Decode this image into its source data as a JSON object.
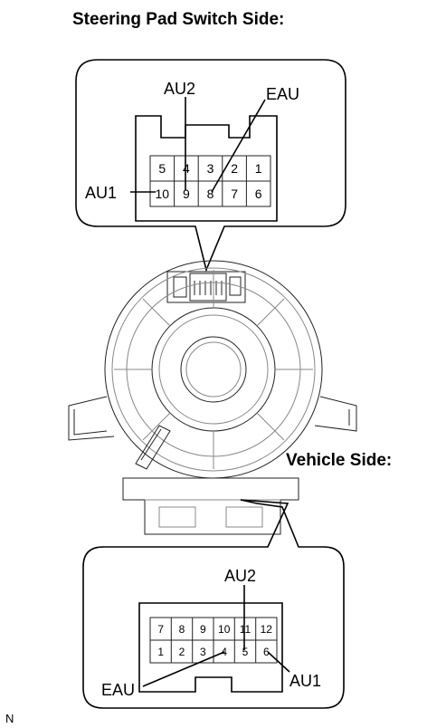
{
  "headings": {
    "steering_side": "Steering Pad Switch Side:",
    "vehicle_side": "Vehicle Side:"
  },
  "top_connector": {
    "row1": [
      "5",
      "4",
      "3",
      "2",
      "1"
    ],
    "row2": [
      "10",
      "9",
      "8",
      "7",
      "6"
    ],
    "labels": {
      "au2": "AU2",
      "eau": "EAU",
      "au1": "AU1"
    }
  },
  "bottom_connector": {
    "row1": [
      "7",
      "8",
      "9",
      "10",
      "11",
      "12"
    ],
    "row2": [
      "1",
      "2",
      "3",
      "4",
      "5",
      "6"
    ],
    "labels": {
      "au2": "AU2",
      "eau": "EAU",
      "au1": "AU1"
    }
  },
  "figure_code": "N"
}
